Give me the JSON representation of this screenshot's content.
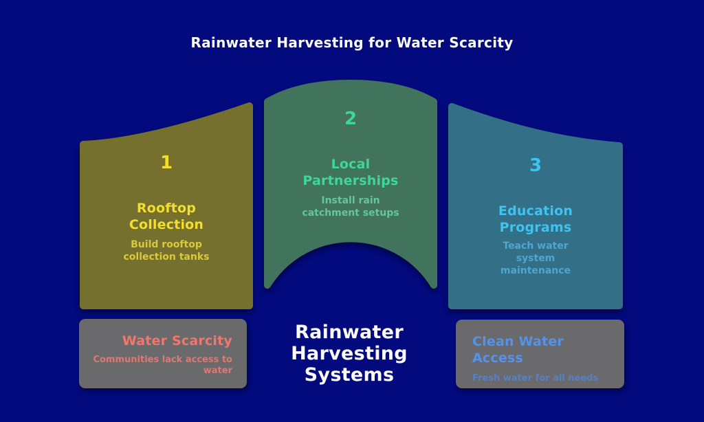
{
  "background_color": "#020a7e",
  "title": {
    "text": "Rainwater Harvesting for Water Scarcity",
    "color": "#fafafa"
  },
  "steps": [
    {
      "number": "1",
      "heading": "Rooftop\nCollection",
      "description": "Build rooftop\ncollection tanks",
      "panel_color": "#76702f",
      "accent_color": "#f2df2b",
      "description_color": "#d8ca3a"
    },
    {
      "number": "2",
      "heading": "Local\nPartnerships",
      "description": "Install rain\ncatchment setups",
      "panel_color": "#42735c",
      "accent_color": "#3fd795",
      "description_color": "#63c79a"
    },
    {
      "number": "3",
      "heading": "Education\nPrograms",
      "description": "Teach water\nsystem\nmaintenance",
      "panel_color": "#346f88",
      "accent_color": "#3dc4f0",
      "description_color": "#4fa6d0"
    }
  ],
  "problem_card": {
    "heading": "Water Scarcity",
    "description": "Communities lack access to\nwater",
    "background": "#6a6a6d",
    "heading_color": "#f4756b",
    "description_color": "#db7a72"
  },
  "system_label": {
    "text": "Rainwater\nHarvesting\nSystems",
    "color": "#fafafa"
  },
  "outcome_card": {
    "heading": "Clean Water Access",
    "description": "Fresh water for all needs",
    "background": "#6a6a6d",
    "heading_color": "#5593ea",
    "description_color": "#5581c4"
  }
}
